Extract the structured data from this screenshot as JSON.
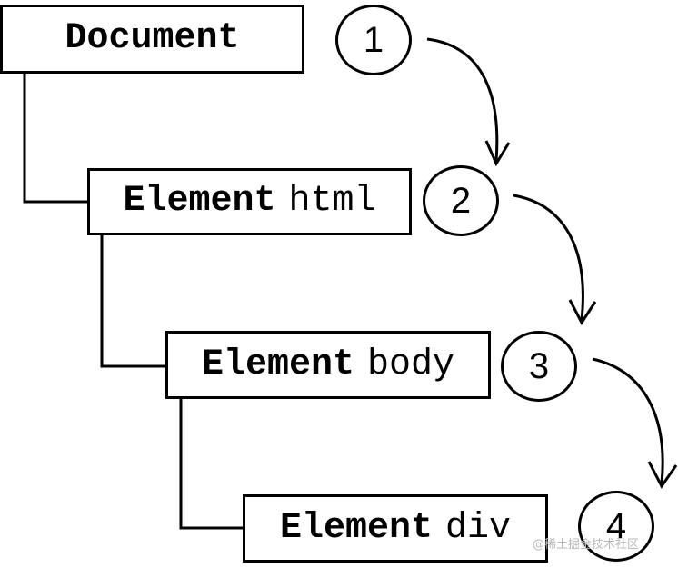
{
  "diagram": {
    "nodes": [
      {
        "type": "Document",
        "name": ""
      },
      {
        "type": "Element",
        "name": "html"
      },
      {
        "type": "Element",
        "name": "body"
      },
      {
        "type": "Element",
        "name": "div"
      }
    ],
    "steps": [
      "1",
      "2",
      "3",
      "4"
    ],
    "watermark": "@稀土掘金技术社区",
    "colors": {
      "stroke": "#000000",
      "background": "#ffffff",
      "watermark": "#b8b8b8"
    }
  }
}
